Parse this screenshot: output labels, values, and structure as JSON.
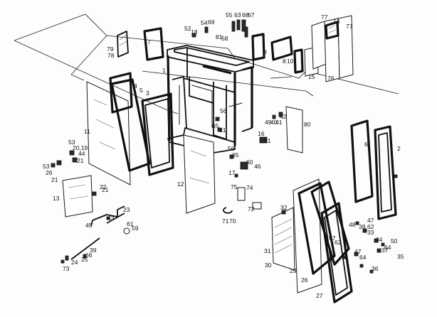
{
  "diagram": {
    "type": "exploded-parts-diagram",
    "subject": "tractor cab with frame, doors and glass panels",
    "callouts": [
      {
        "id": "c1",
        "text": "1"
      },
      {
        "id": "c2",
        "text": "2"
      },
      {
        "id": "c3",
        "text": "3"
      },
      {
        "id": "c4",
        "text": "4"
      },
      {
        "id": "c5",
        "text": "5"
      },
      {
        "id": "c6",
        "text": "6"
      },
      {
        "id": "c7",
        "text": "7"
      },
      {
        "id": "c8",
        "text": "8"
      },
      {
        "id": "c9",
        "text": "9"
      },
      {
        "id": "c10",
        "text": "10"
      },
      {
        "id": "c11",
        "text": "11"
      },
      {
        "id": "c12",
        "text": "12"
      },
      {
        "id": "c13",
        "text": "13"
      },
      {
        "id": "c14",
        "text": "14"
      },
      {
        "id": "c15",
        "text": "15"
      },
      {
        "id": "c16",
        "text": "16"
      },
      {
        "id": "c17",
        "text": "17"
      },
      {
        "id": "c18",
        "text": "18"
      },
      {
        "id": "c19",
        "text": "20,19"
      },
      {
        "id": "c21a",
        "text": "21"
      },
      {
        "id": "c21b",
        "text": "21"
      },
      {
        "id": "c21c",
        "text": "21"
      },
      {
        "id": "c22",
        "text": "22"
      },
      {
        "id": "c23",
        "text": "23"
      },
      {
        "id": "c24",
        "text": "24"
      },
      {
        "id": "c25",
        "text": "25"
      },
      {
        "id": "c26a",
        "text": "26"
      },
      {
        "id": "c26b",
        "text": "26"
      },
      {
        "id": "c27",
        "text": "27"
      },
      {
        "id": "c29",
        "text": "29"
      },
      {
        "id": "c30",
        "text": "30"
      },
      {
        "id": "c31",
        "text": "31"
      },
      {
        "id": "c32",
        "text": "32"
      },
      {
        "id": "c33",
        "text": "33"
      },
      {
        "id": "c34",
        "text": "34"
      },
      {
        "id": "c35",
        "text": "35"
      },
      {
        "id": "c36",
        "text": "36"
      },
      {
        "id": "c37",
        "text": "37"
      },
      {
        "id": "c38",
        "text": "38"
      },
      {
        "id": "c39",
        "text": "39"
      },
      {
        "id": "c40",
        "text": "40"
      },
      {
        "id": "c41",
        "text": "41"
      },
      {
        "id": "c42",
        "text": "42"
      },
      {
        "id": "c43",
        "text": "43"
      },
      {
        "id": "c44",
        "text": "44"
      },
      {
        "id": "c45",
        "text": "45"
      },
      {
        "id": "c46",
        "text": "46"
      },
      {
        "id": "c47a",
        "text": "47"
      },
      {
        "id": "c47b",
        "text": "47"
      },
      {
        "id": "c48",
        "text": "48"
      },
      {
        "id": "c49",
        "text": "49"
      },
      {
        "id": "c50",
        "text": "50"
      },
      {
        "id": "c51",
        "text": "51"
      },
      {
        "id": "c52",
        "text": "52"
      },
      {
        "id": "c53a",
        "text": "53"
      },
      {
        "id": "c53b",
        "text": "53"
      },
      {
        "id": "c54",
        "text": "54"
      },
      {
        "id": "c55",
        "text": "55"
      },
      {
        "id": "c56a",
        "text": "56"
      },
      {
        "id": "c56b",
        "text": "56"
      },
      {
        "id": "c57",
        "text": "57"
      },
      {
        "id": "c58",
        "text": "58"
      },
      {
        "id": "c59",
        "text": "59"
      },
      {
        "id": "c60",
        "text": "60"
      },
      {
        "id": "c61",
        "text": "61"
      },
      {
        "id": "c62a",
        "text": "62"
      },
      {
        "id": "c62b",
        "text": "62"
      },
      {
        "id": "c63",
        "text": "63"
      },
      {
        "id": "c64a",
        "text": "64"
      },
      {
        "id": "c64b",
        "text": "64"
      },
      {
        "id": "c64c",
        "text": "64"
      },
      {
        "id": "c65a",
        "text": "65"
      },
      {
        "id": "c65b",
        "text": "65"
      },
      {
        "id": "c66",
        "text": "66"
      },
      {
        "id": "c67",
        "text": "67"
      },
      {
        "id": "c68",
        "text": "68"
      },
      {
        "id": "c69",
        "text": "69"
      },
      {
        "id": "c70",
        "text": "70"
      },
      {
        "id": "c71",
        "text": "71"
      },
      {
        "id": "c72",
        "text": "72"
      },
      {
        "id": "c73",
        "text": "73"
      },
      {
        "id": "c74",
        "text": "74"
      },
      {
        "id": "c75",
        "text": "75"
      },
      {
        "id": "c76",
        "text": "76"
      },
      {
        "id": "c77a",
        "text": "77"
      },
      {
        "id": "c77b",
        "text": "77"
      },
      {
        "id": "c78",
        "text": "78"
      },
      {
        "id": "c79",
        "text": "79"
      },
      {
        "id": "c80",
        "text": "80"
      },
      {
        "id": "c81a",
        "text": "81"
      },
      {
        "id": "c81b",
        "text": "81"
      }
    ]
  }
}
